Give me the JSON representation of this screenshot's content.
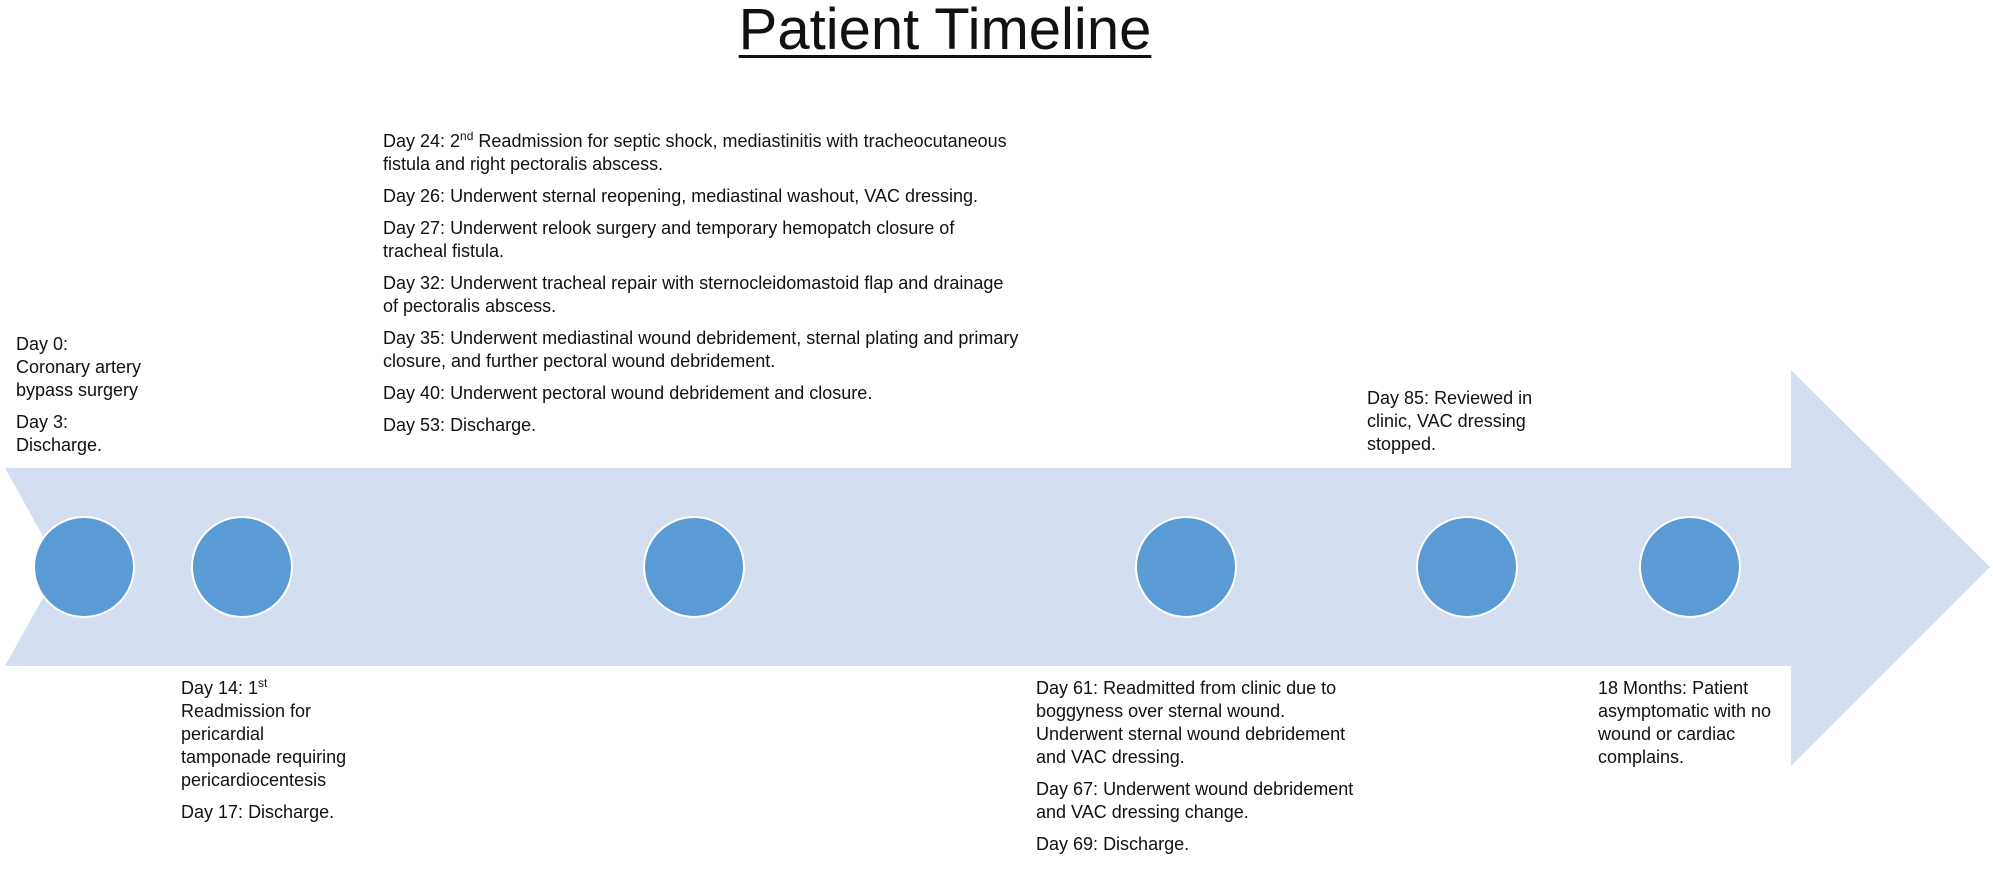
{
  "title": "Patient Timeline",
  "colors": {
    "arrow_fill": "#d3dff0",
    "node_fill": "#5b9bd5",
    "node_stroke": "#ffffff",
    "text": "#111111"
  },
  "events": {
    "day0": [
      {
        "day": "Day 0:",
        "text": "Coronary artery bypass surgery"
      },
      {
        "day": "Day 3:",
        "text": "Discharge."
      }
    ],
    "day14": [
      {
        "day": "Day 14: 1",
        "sup": "st",
        "text": "Readmission for pericardial tamponade requiring pericardiocentesis"
      },
      {
        "day": "Day 17:",
        "text": "Discharge."
      }
    ],
    "day24": [
      {
        "day": "Day 24: 2",
        "sup": "nd",
        "text": "Readmission for septic shock, mediastinitis with tracheocutaneous fistula and right pectoralis abscess."
      },
      {
        "day": "Day 26:",
        "text": "Underwent sternal reopening, mediastinal washout, VAC dressing."
      },
      {
        "day": "Day 27:",
        "text": "Underwent relook surgery and temporary hemopatch closure of tracheal fistula."
      },
      {
        "day": "Day 32:",
        "text": "Underwent tracheal repair  with sternocleidomastoid flap and drainage of pectoralis abscess."
      },
      {
        "day": "Day 35:",
        "text": "Underwent mediastinal wound debridement, sternal plating and primary closure, and further pectoral wound debridement."
      },
      {
        "day": "Day 40:",
        "text": "Underwent pectoral wound debridement and closure."
      },
      {
        "day": "Day 53:",
        "text": "Discharge."
      }
    ],
    "day61": [
      {
        "day": "Day 61:",
        "text": "Readmitted from clinic due to  boggyness over sternal wound. Underwent  sternal wound debridement and VAC dressing."
      },
      {
        "day": "Day 67:",
        "text": "Underwent wound debridement and VAC dressing change."
      },
      {
        "day": "Day 69:",
        "text": "Discharge."
      }
    ],
    "day85": [
      {
        "day": "Day 85:",
        "text": "Reviewed in clinic,  VAC dressing stopped."
      }
    ],
    "month18": [
      {
        "day": "18 Months:",
        "text": "Patient asymptomatic with no  wound  or cardiac complains."
      }
    ]
  }
}
